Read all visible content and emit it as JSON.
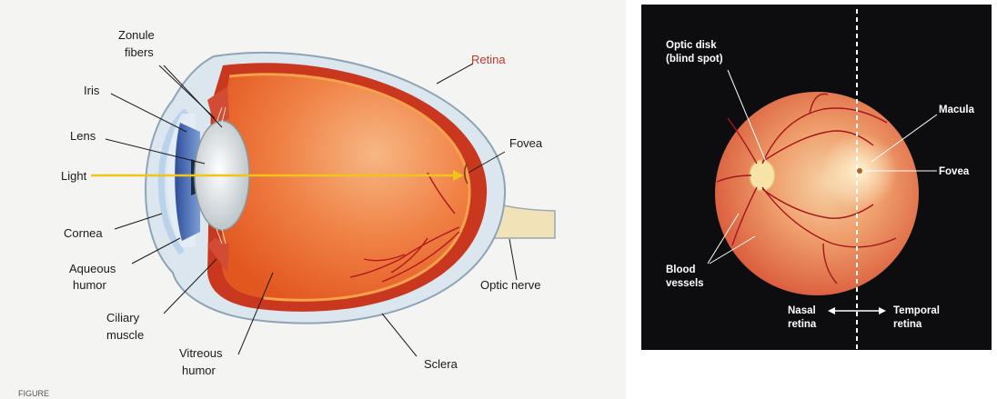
{
  "left_diagram": {
    "labels": {
      "zonule_fibers_line1": "Zonule",
      "zonule_fibers_line2": "fibers",
      "iris": "Iris",
      "lens": "Lens",
      "light": "Light",
      "cornea": "Cornea",
      "aqueous_humor_line1": "Aqueous",
      "aqueous_humor_line2": "humor",
      "ciliary_muscle_line1": "Ciliary",
      "ciliary_muscle_line2": "muscle",
      "vitreous_humor_line1": "Vitreous",
      "vitreous_humor_line2": "humor",
      "sclera": "Sclera",
      "optic_nerve": "Optic nerve",
      "fovea": "Fovea",
      "retina": "Retina",
      "figure_caption": "FIGURE"
    },
    "colors": {
      "light_ray": "#f0c419",
      "retina_label": "#c0392b"
    }
  },
  "right_diagram": {
    "labels": {
      "optic_disk_line1": "Optic disk",
      "optic_disk_line2": "(blind spot)",
      "macula": "Macula",
      "fovea": "Fovea",
      "blood_vessels_line1": "Blood",
      "blood_vessels_line2": "vessels",
      "nasal_line1": "Nasal",
      "nasal_line2": "retina",
      "temporal_line1": "Temporal",
      "temporal_line2": "retina"
    }
  }
}
